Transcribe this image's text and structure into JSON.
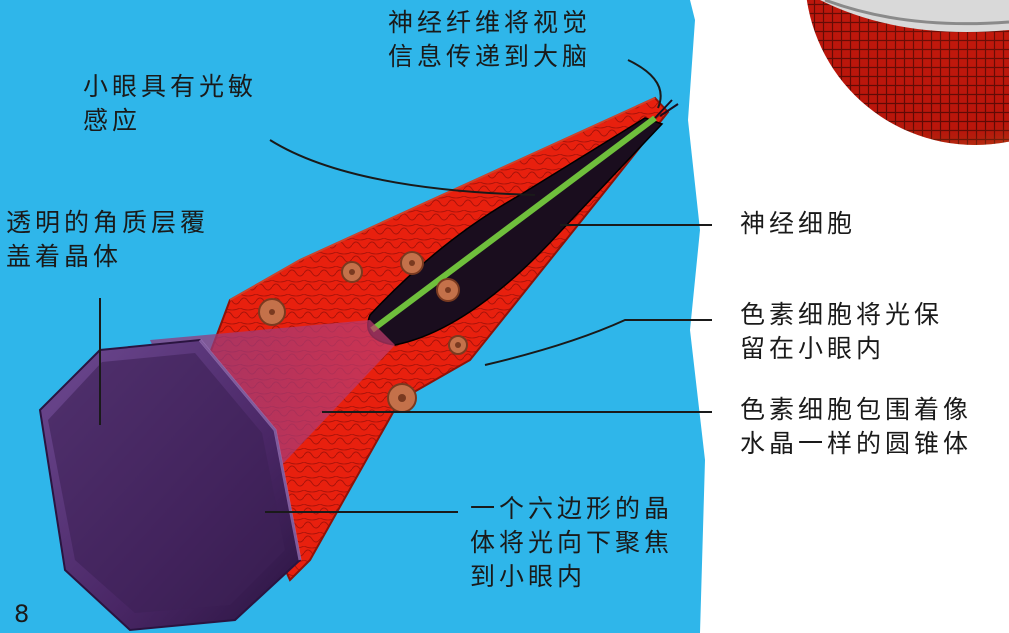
{
  "page_number": "8",
  "colors": {
    "background_blue": "#2fb6ea",
    "page_white": "#ffffff",
    "pigment_red": "#e8200e",
    "crystal_purple": "#5a2f7a",
    "nerve_black": "#1a0d1e",
    "nerve_fiber_green": "#6fbf3c"
  },
  "labels": {
    "nerve_fiber": [
      "神经纤维将视觉",
      "信息传递到大脑"
    ],
    "photosensitive": [
      "小眼具有光敏",
      "感应"
    ],
    "cornea": [
      "透明的角质层覆",
      "盖着晶体"
    ],
    "nerve_cell": [
      "神经细胞"
    ],
    "pigment_keep": [
      "色素细胞将光保",
      "留在小眼内"
    ],
    "pigment_surround": [
      "色素细胞包围着像",
      "水晶一样的圆锥体"
    ],
    "hexagon_lens": [
      "一个六边形的晶",
      "体将光向下聚焦",
      "到小眼内"
    ]
  }
}
